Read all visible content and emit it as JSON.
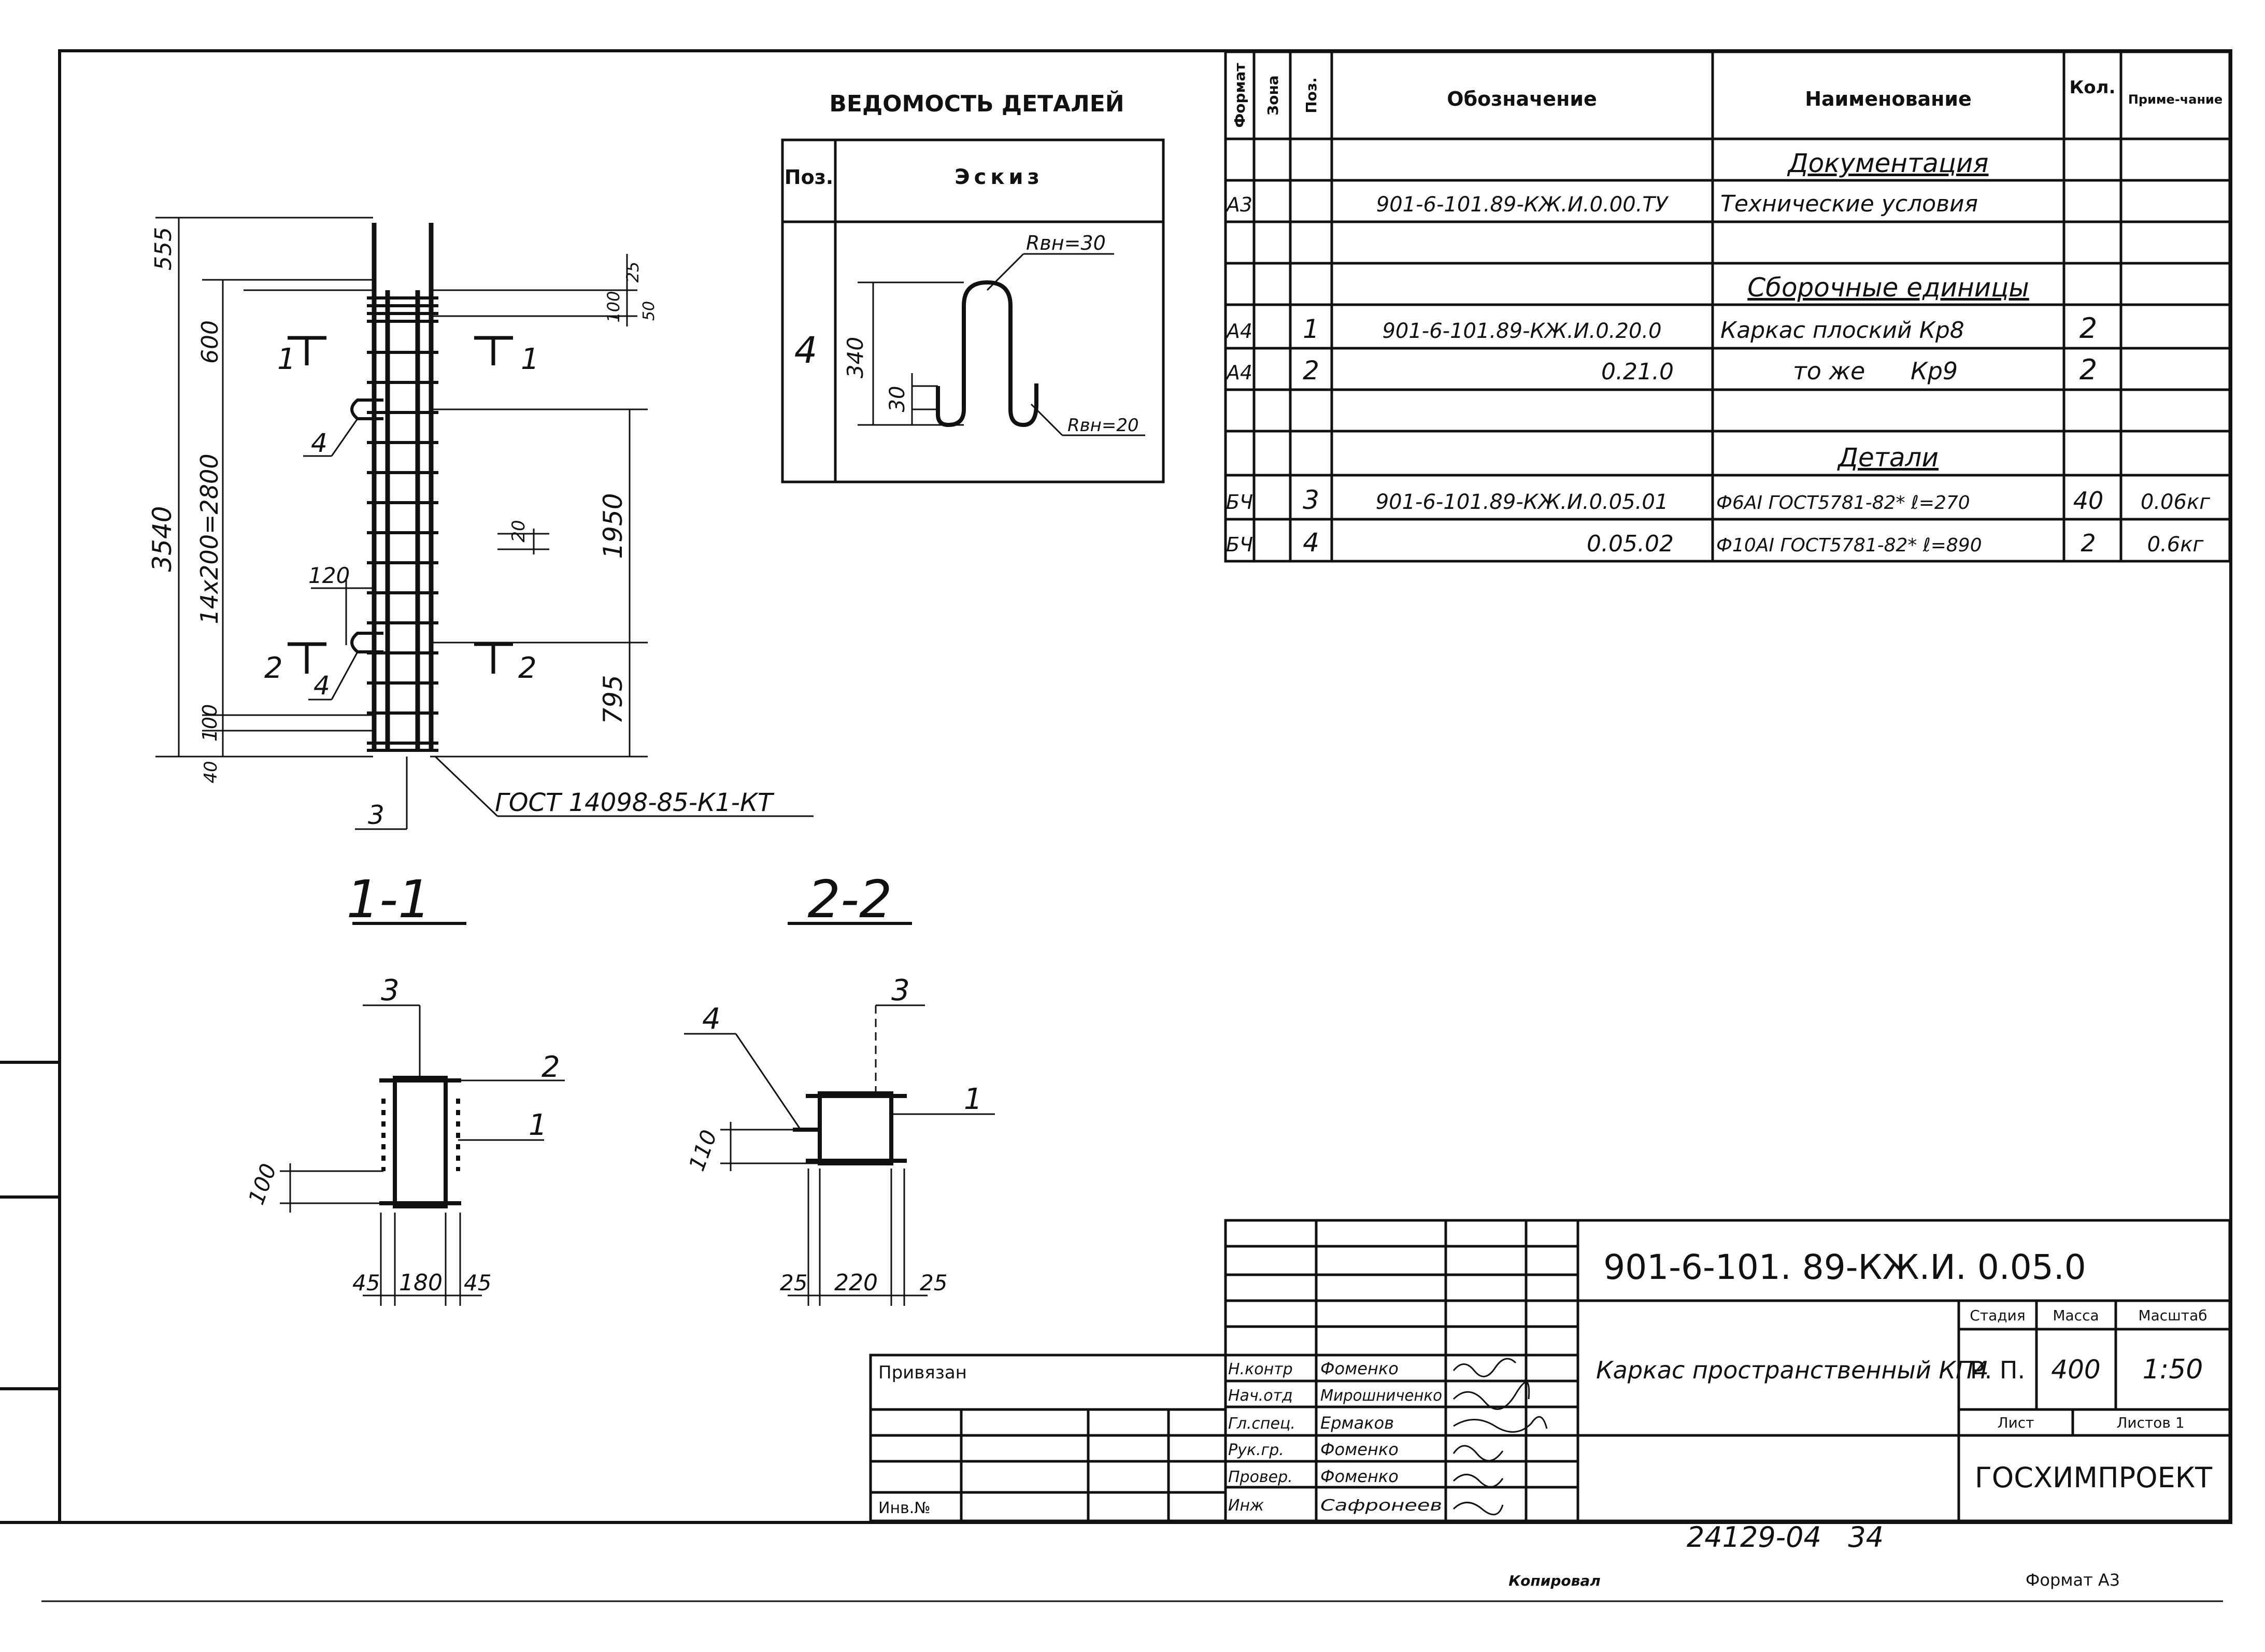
{
  "details_schedule": {
    "title": "ВЕДОМОСТЬ ДЕТАЛЕЙ",
    "col_pos": "Поз.",
    "col_sketch": "Эскиз",
    "pos": "4",
    "dim_340": "340",
    "dim_30": "30",
    "radius_top": "Rвн=30",
    "radius_bottom": "Rвн=20"
  },
  "spec": {
    "headers": {
      "format": "Формат",
      "zone": "Зона",
      "pos": "Поз.",
      "designation": "Обозначение",
      "name": "Наименование",
      "qty": "Кол.",
      "note": "Приме-чание"
    },
    "section_documentation": "Документация",
    "section_assemblies": "Сборочные единицы",
    "section_parts": "Детали",
    "rows": [
      {
        "format": "А3",
        "pos": "",
        "designation": "901-6-101.89-КЖ.И.0.00.ТУ",
        "name": "Технические условия",
        "qty": "",
        "note": ""
      },
      {
        "format": "А4",
        "pos": "1",
        "designation": "901-6-101.89-КЖ.И.0.20.0",
        "name": "Каркас плоский Кр8",
        "qty": "2",
        "note": ""
      },
      {
        "format": "А4",
        "pos": "2",
        "designation": "0.21.0",
        "name": "то же      Кр9",
        "qty": "2",
        "note": ""
      },
      {
        "format": "БЧ",
        "pos": "3",
        "designation": "901-6-101.89-КЖ.И.0.05.01",
        "name": "Ф6АI ГОСТ5781-82* ℓ=270",
        "qty": "40",
        "note": "0.06кг"
      },
      {
        "format": "БЧ",
        "pos": "4",
        "designation": "0.05.02",
        "name": "Ф10АI ГОСТ5781-82* ℓ=890",
        "qty": "2",
        "note": "0.6кг"
      }
    ]
  },
  "elevation": {
    "dim_555": "555",
    "dim_600": "600",
    "dim_3540": "3540",
    "dim_pitch": "14х200=2800",
    "dim_100": "100",
    "dim_40": "40",
    "dim_1950": "1950",
    "dim_795": "795",
    "dim_120": "120",
    "dim_20": "20",
    "dim_25": "25",
    "dim_100b": "100",
    "dim_50": "50",
    "cut1": "1",
    "cut2": "2",
    "pos4": "4",
    "pos3": "3",
    "weld_note": "ГОСТ 14098-85-К1-КТ"
  },
  "section11": {
    "title": "1-1",
    "pos3": "3",
    "pos2": "2",
    "pos1": "1",
    "dim_100": "100",
    "dim_45a": "45",
    "dim_180": "180",
    "dim_45b": "45"
  },
  "section22": {
    "title": "2-2",
    "pos4": "4",
    "pos3": "3",
    "pos1": "1",
    "dim_110": "110",
    "dim_25a": "25",
    "dim_220": "220",
    "dim_25b": "25"
  },
  "title_block": {
    "code": "901-6-101. 89-КЖ.И. 0.05.0",
    "title": "Каркас пространственный КП4",
    "stage_label": "Стадия",
    "mass_label": "Масса",
    "scale_label": "Масштаб",
    "stage": "Р. П.",
    "mass": "400",
    "scale": "1:50",
    "sheet_label": "Лист",
    "sheets_label": "Листов 1",
    "org": "ГОСХИМПРОЕКТ",
    "privyazan": "Привязан",
    "inv_no": "Инв.№",
    "roles": [
      "Н.контр",
      "Нач.отд",
      "Гл.спец.",
      "Рук.гр.",
      "Провер.",
      "Инж"
    ],
    "names": [
      "Фоменко",
      "Мирошниченко",
      "Ермаков",
      "Фоменко",
      "Фоменко",
      "Сафронеев"
    ]
  },
  "footer": {
    "archive": "24129-04   34",
    "copied": "Копировал",
    "format": "Формат А3"
  }
}
